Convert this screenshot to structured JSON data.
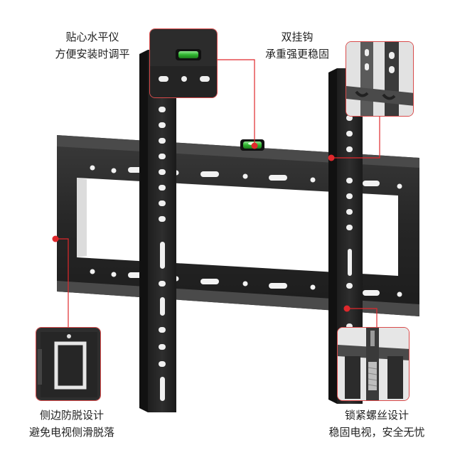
{
  "features": {
    "level": {
      "line1": "贴心水平仪",
      "line2": "方便安装时调平",
      "icon": "bubble-level-icon"
    },
    "double_hook": {
      "line1": "双挂钩",
      "line2": "承重强更稳固",
      "icon": "hook-icon"
    },
    "side_guard": {
      "line1": "侧边防脱设计",
      "line2": "避免电视侧滑脱落",
      "icon": "side-guard-icon"
    },
    "lock_screw": {
      "line1": "锁紧螺丝设计",
      "line2": "稳固电视，安全无忧",
      "icon": "lock-screw-icon"
    }
  },
  "colors": {
    "accent_red": "#e0282c",
    "inset_border": "#d94a4a",
    "metal": "#2a2a2a",
    "level_green": "#2fb52f"
  }
}
